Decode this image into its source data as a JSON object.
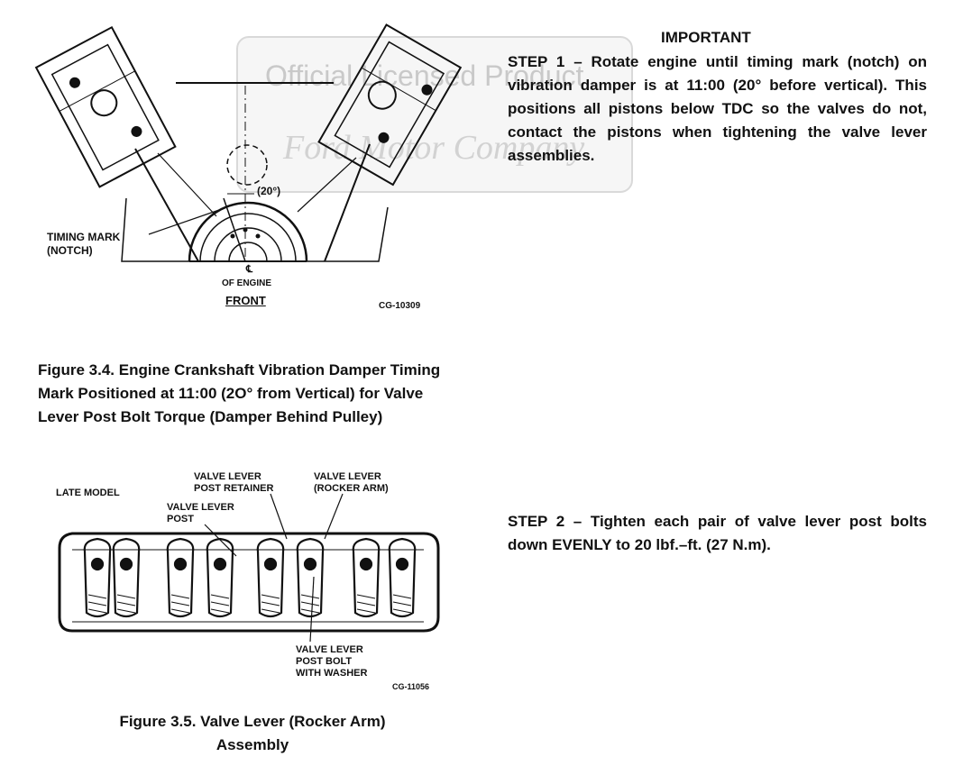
{
  "watermark": {
    "line1": "Official Licensed Product",
    "line2": "Ford Motor Company"
  },
  "figure_3_4": {
    "labels": {
      "angle": "(20°)",
      "timing_mark_1": "TIMING MARK",
      "timing_mark_2": "(NOTCH)",
      "centerline_symbol": "℄",
      "of_engine": "OF ENGINE",
      "front": "FRONT",
      "code": "CG-10309"
    },
    "caption": "Figure 3.4. Engine Crankshaft Vibration Damper Timing Mark Positioned at 11:00 (2O° from Vertical) for Valve Lever Post Bolt Torque (Damper Behind Pulley)"
  },
  "figure_3_5": {
    "labels": {
      "late_model": "LATE MODEL",
      "retainer_1": "VALVE LEVER",
      "retainer_2": "POST RETAINER",
      "rocker_1": "VALVE LEVER",
      "rocker_2": "(ROCKER ARM)",
      "post_1": "VALVE LEVER",
      "post_2": "POST",
      "bolt_1": "VALVE LEVER",
      "bolt_2": "POST BOLT",
      "bolt_3": "WITH WASHER",
      "code": "CG-11056"
    },
    "caption_line1": "Figure 3.5. Valve Lever (Rocker Arm)",
    "caption_line2": "Assembly"
  },
  "instructions": {
    "heading": "IMPORTANT",
    "step1": "STEP 1 – Rotate engine until timing mark (notch) on vibration damper is at 11:00 (20° before vertical). This positions all pistons below TDC so the valves do not, contact the pistons when tightening the valve lever assemblies.",
    "step2": "STEP 2 – Tighten each pair of valve lever post bolts down EVENLY to 20 lbf.–ft. (27 N.m)."
  }
}
